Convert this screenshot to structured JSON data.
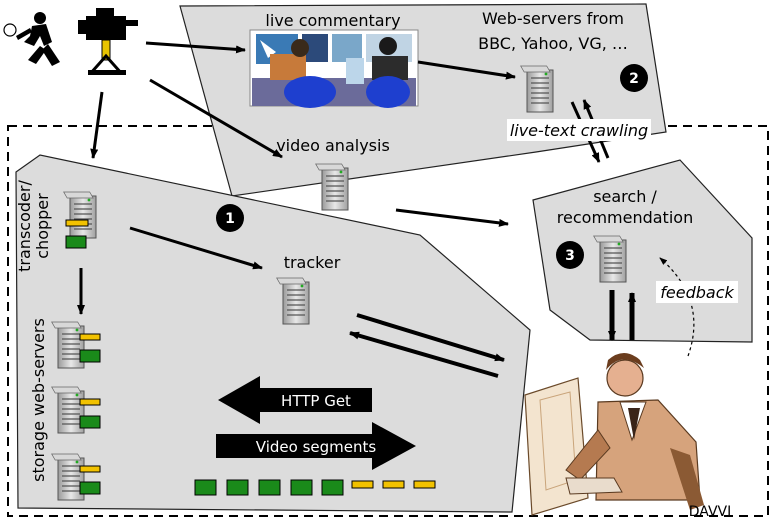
{
  "labels": {
    "live_commentary": "live commentary",
    "web_servers_line1": "Web-servers from",
    "web_servers_line2": "BBC, Yahoo, VG, …",
    "live_text_crawling": "live-text crawling",
    "video_analysis": "video analysis",
    "search_line1": "search /",
    "search_line2": "recommendation",
    "transcoder_line1": "transcoder/",
    "transcoder_line2": "chopper",
    "tracker": "tracker",
    "storage_web_servers": "storage web-servers",
    "feedback": "feedback",
    "http_get": "HTTP Get",
    "video_segments": "Video segments",
    "davvi": "DAVVI"
  },
  "badges": {
    "one": "1",
    "two": "2",
    "three": "3"
  },
  "colors": {
    "region_fill": "#dcdcdc",
    "segment_green": "#1a8a1a",
    "segment_yellow": "#f2c200",
    "arrow": "#000000",
    "server": "#b8b8b8"
  },
  "icons": {
    "soccer_player": "soccer-player-icon",
    "tv_camera": "tv-camera-icon",
    "commentators": "commentators-illustration",
    "user": "user-at-computer-illustration",
    "server": "server-icon"
  }
}
